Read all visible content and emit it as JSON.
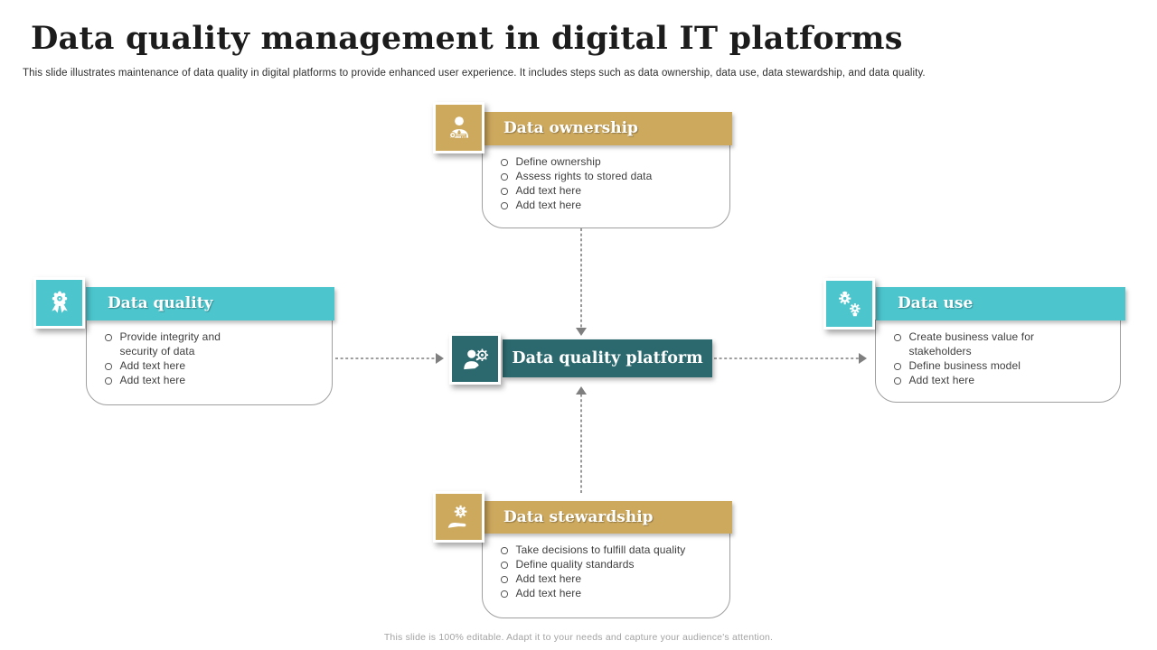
{
  "slide": {
    "title": "Data quality management in digital IT platforms",
    "subtitle": "This slide illustrates maintenance of data quality in digital platforms to provide enhanced user experience. It includes steps such as data ownership, data use, data stewardship, and data quality.",
    "footer_note": "This slide is 100% editable. Adapt it to your needs and capture your audience's attention."
  },
  "center": {
    "label": "Data quality platform",
    "icon": "person-gear-icon",
    "bg_color": "#2B696E"
  },
  "nodes": {
    "ownership": {
      "title": "Data ownership",
      "icon": "person-key-icon",
      "accent_color": "#CDA95E",
      "bullets": [
        "Define ownership",
        "Assess rights to stored data",
        "Add text here",
        "Add text here"
      ]
    },
    "quality": {
      "title": "Data quality",
      "icon": "award-ribbon-icon",
      "accent_color": "#4CC5CD",
      "bullets": [
        "Provide integrity and security of data",
        "Add text here",
        "Add text here"
      ]
    },
    "use": {
      "title": "Data use",
      "icon": "gears-hand-icon",
      "accent_color": "#4CC5CD",
      "bullets": [
        "Create business value for stakeholders",
        "Define business model",
        "Add text here"
      ]
    },
    "stewardship": {
      "title": "Data stewardship",
      "icon": "hand-gear-icon",
      "accent_color": "#CDA95E",
      "bullets": [
        "Take decisions to fulfill data quality",
        "Define quality standards",
        "Add text here",
        "Add text here"
      ]
    }
  },
  "connectors": {
    "color": "#7f7f7f",
    "style": "dashed",
    "links": [
      "ownership -> center",
      "quality -> center",
      "center -> use",
      "stewardship -> center"
    ]
  }
}
